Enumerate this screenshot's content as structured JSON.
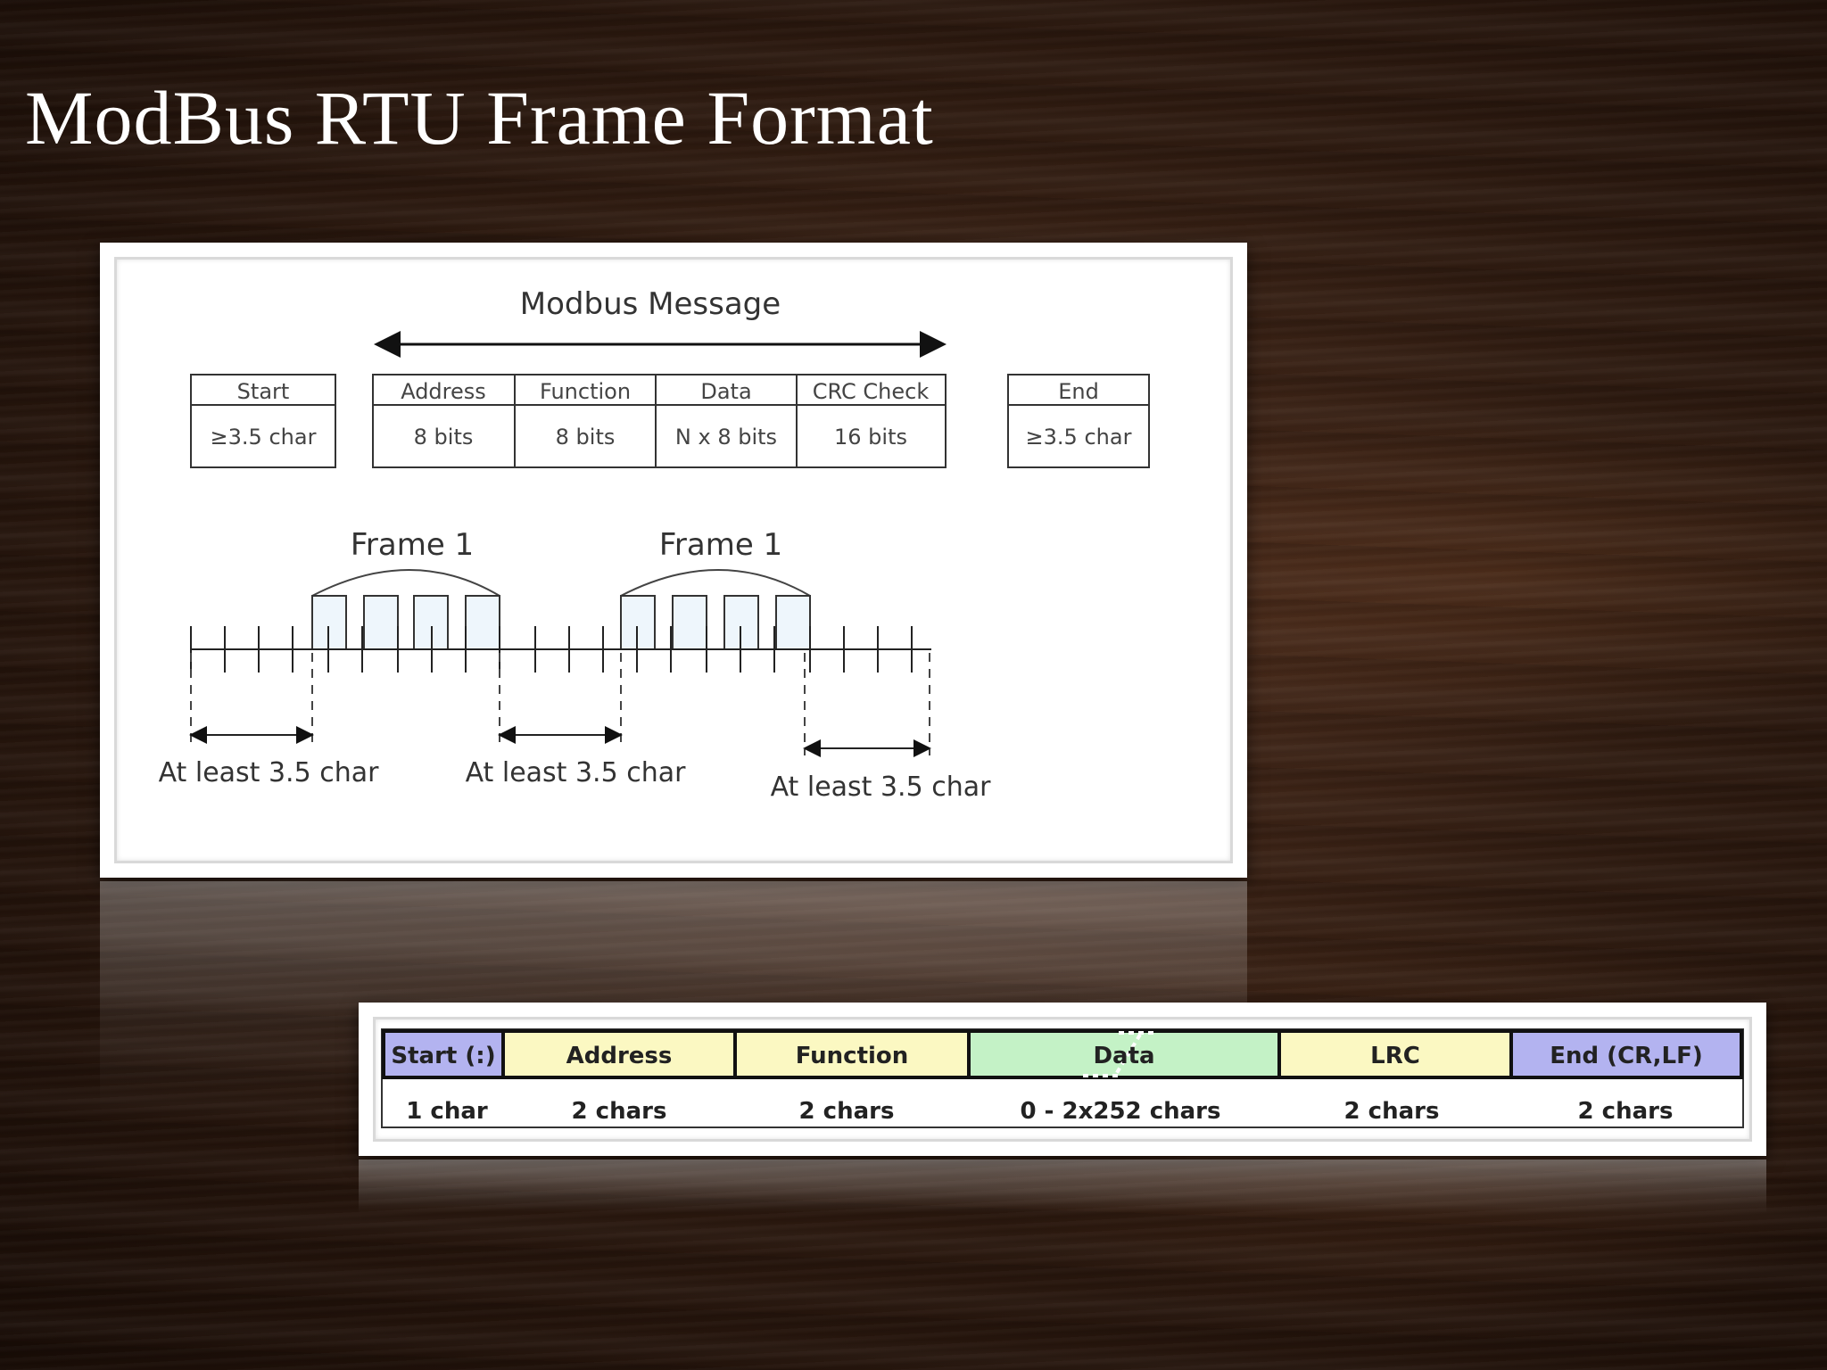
{
  "slide": {
    "title": "ModBus RTU Frame Format"
  },
  "rtu_diagram": {
    "message_label": "Modbus Message",
    "start": {
      "header": "Start",
      "value": "≥3.5 char"
    },
    "fields": [
      {
        "header": "Address",
        "value": "8 bits"
      },
      {
        "header": "Function",
        "value": "8 bits"
      },
      {
        "header": "Data",
        "value": "N x 8 bits"
      },
      {
        "header": "CRC Check",
        "value": "16 bits"
      }
    ],
    "end": {
      "header": "End",
      "value": "≥3.5 char"
    },
    "frame_labels": [
      "Frame 1",
      "Frame 1"
    ],
    "gap_labels": [
      "At least 3.5 char",
      "At least 3.5 char",
      "At least 3.5 char"
    ]
  },
  "ascii_table": {
    "headers": [
      "Start (:)",
      "Address",
      "Function",
      "Data",
      "LRC",
      "End (CR,LF)"
    ],
    "values": [
      "1 char",
      "2 chars",
      "2 chars",
      "0 - 2x252 chars",
      "2 chars",
      "2 chars"
    ],
    "colors": [
      "#b3b3f0",
      "#fbf8c2",
      "#fbf8c2",
      "#c4f2c6",
      "#fbf8c2",
      "#b3b3f0"
    ]
  }
}
